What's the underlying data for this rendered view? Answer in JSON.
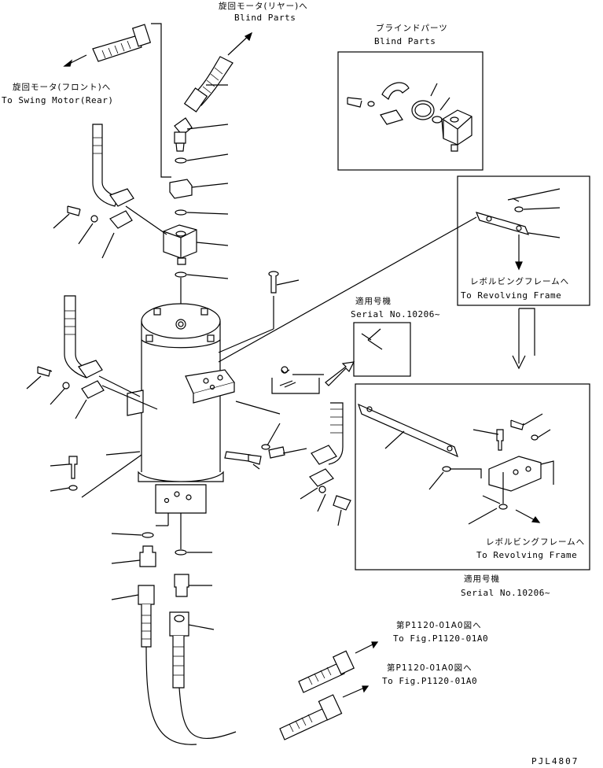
{
  "labels": {
    "swing_motor_rear_jp": "旋回モータ(リヤー)へ",
    "blind_parts_top": "Blind Parts",
    "blind_parts_jp": "ブラインドパーツ",
    "blind_parts_box": "Blind Parts",
    "swing_motor_front_jp": "旋回モータ(フロント)へ",
    "to_swing_motor_rear": "To Swing Motor(Rear)",
    "revolving_jp_1": "レボルビングフレームへ",
    "to_revolving_1": "To Revolving Frame",
    "applicable_jp_1": "適用号機",
    "serial_1": "Serial No.10206~",
    "revolving_jp_2": "レボルビングフレームへ",
    "to_revolving_2": "To Revolving Frame",
    "applicable_jp_2": "適用号機",
    "serial_2": "Serial No.10206~",
    "fig_ref_jp_1": "第P1120-01A0図へ",
    "to_fig_1": "To Fig.P1120-01A0",
    "fig_ref_jp_2": "第P1120-01A0図へ",
    "to_fig_2": "To Fig.P1120-01A0",
    "drawing_code": "PJL4807"
  }
}
